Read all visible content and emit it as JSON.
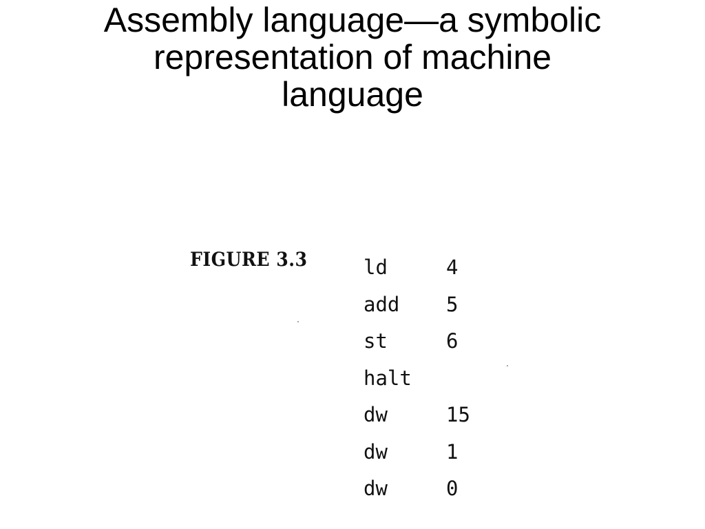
{
  "slide": {
    "title_lines": [
      "Assembly language—a symbolic",
      "representation of machine",
      "language"
    ]
  },
  "figure": {
    "caption": "FIGURE 3.3",
    "listing": [
      {
        "op": "ld",
        "arg": "4"
      },
      {
        "op": "add",
        "arg": "5"
      },
      {
        "op": "st",
        "arg": "6"
      },
      {
        "op": "halt",
        "arg": ""
      },
      {
        "op": "dw",
        "arg": "15"
      },
      {
        "op": "dw",
        "arg": "1"
      },
      {
        "op": "dw",
        "arg": "0"
      }
    ]
  }
}
